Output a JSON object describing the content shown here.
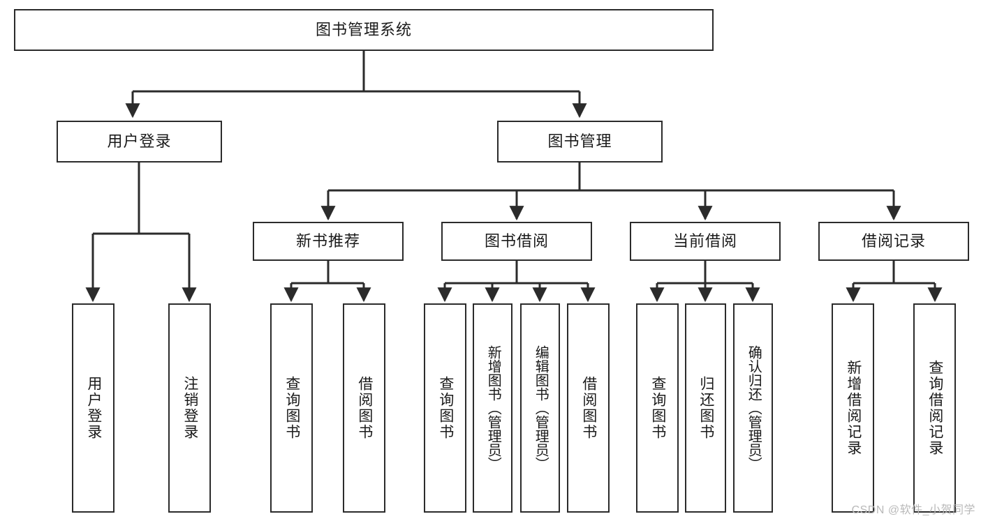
{
  "diagram": {
    "title": "图书管理系统",
    "type": "hierarchy-tree",
    "watermark": "CSDN @软件_小贺同学",
    "colors": {
      "box_border": "#2b2b2b",
      "box_fill": "#ffffff",
      "edge": "#2b2b2b",
      "text": "#1a1a1a",
      "watermark": "#b9b9b9",
      "background": "#ffffff"
    },
    "nodes": {
      "root": "图书管理系统",
      "level2": {
        "user_login": "用户登录",
        "book_manage": "图书管理"
      },
      "level3": {
        "new_book_recommend": "新书推荐",
        "book_borrow": "图书借阅",
        "current_borrow": "当前借阅",
        "borrow_record": "借阅记录"
      },
      "leaves": {
        "user_login_do": "用户登录",
        "user_logout": "注销登录",
        "rec_query_book": "查询图书",
        "rec_borrow_book": "借阅图书",
        "borrow_query_book": "查询图书",
        "borrow_add_book": "新增图书（管理员）",
        "borrow_edit_book": "编辑图书（管理员）",
        "borrow_borrow_book": "借阅图书",
        "cur_query_book": "查询图书",
        "cur_return_book": "归还图书",
        "cur_confirm_return": "确认归还（管理员）",
        "rec_add_record": "新增借阅记录",
        "rec_query_record": "查询借阅记录"
      }
    }
  }
}
